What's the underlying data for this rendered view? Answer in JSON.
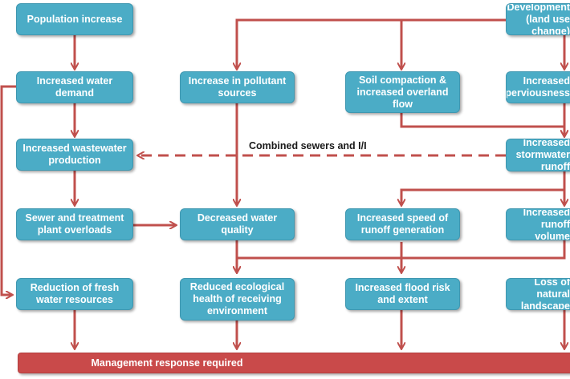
{
  "colors": {
    "box": "#4bacc6",
    "arrow": "#c0504d",
    "bar": "#c94a4a"
  },
  "boxes": {
    "population": "Population increase",
    "development": "Development\n(land use change)",
    "water_demand": "Increased water\ndemand",
    "pollutant": "Increase in pollutant\nsources",
    "soil": "Soil compaction &\nincreased overland\nflow",
    "impervious": "Increased\nimperviousness",
    "wastewater": "Increased wastewater\nproduction",
    "stormwater": "Increased\nstormwater runoff",
    "overloads": "Sewer and treatment\nplant overloads",
    "water_quality": "Decreased water\nquality",
    "runoff_speed": "Increased speed of\nrunoff generation",
    "runoff_volume": "Increased runoff\nvolume",
    "fresh_water": "Reduction of fresh\nwater resources",
    "ecological": "Reduced ecological\nhealth of receiving\nenvironment",
    "flood": "Increased flood risk\nand extent",
    "landscape": "Loss of natural\nlandscape"
  },
  "labels": {
    "combined": "Combined  sewers and I/I"
  },
  "bar": {
    "management": "Management response required"
  }
}
